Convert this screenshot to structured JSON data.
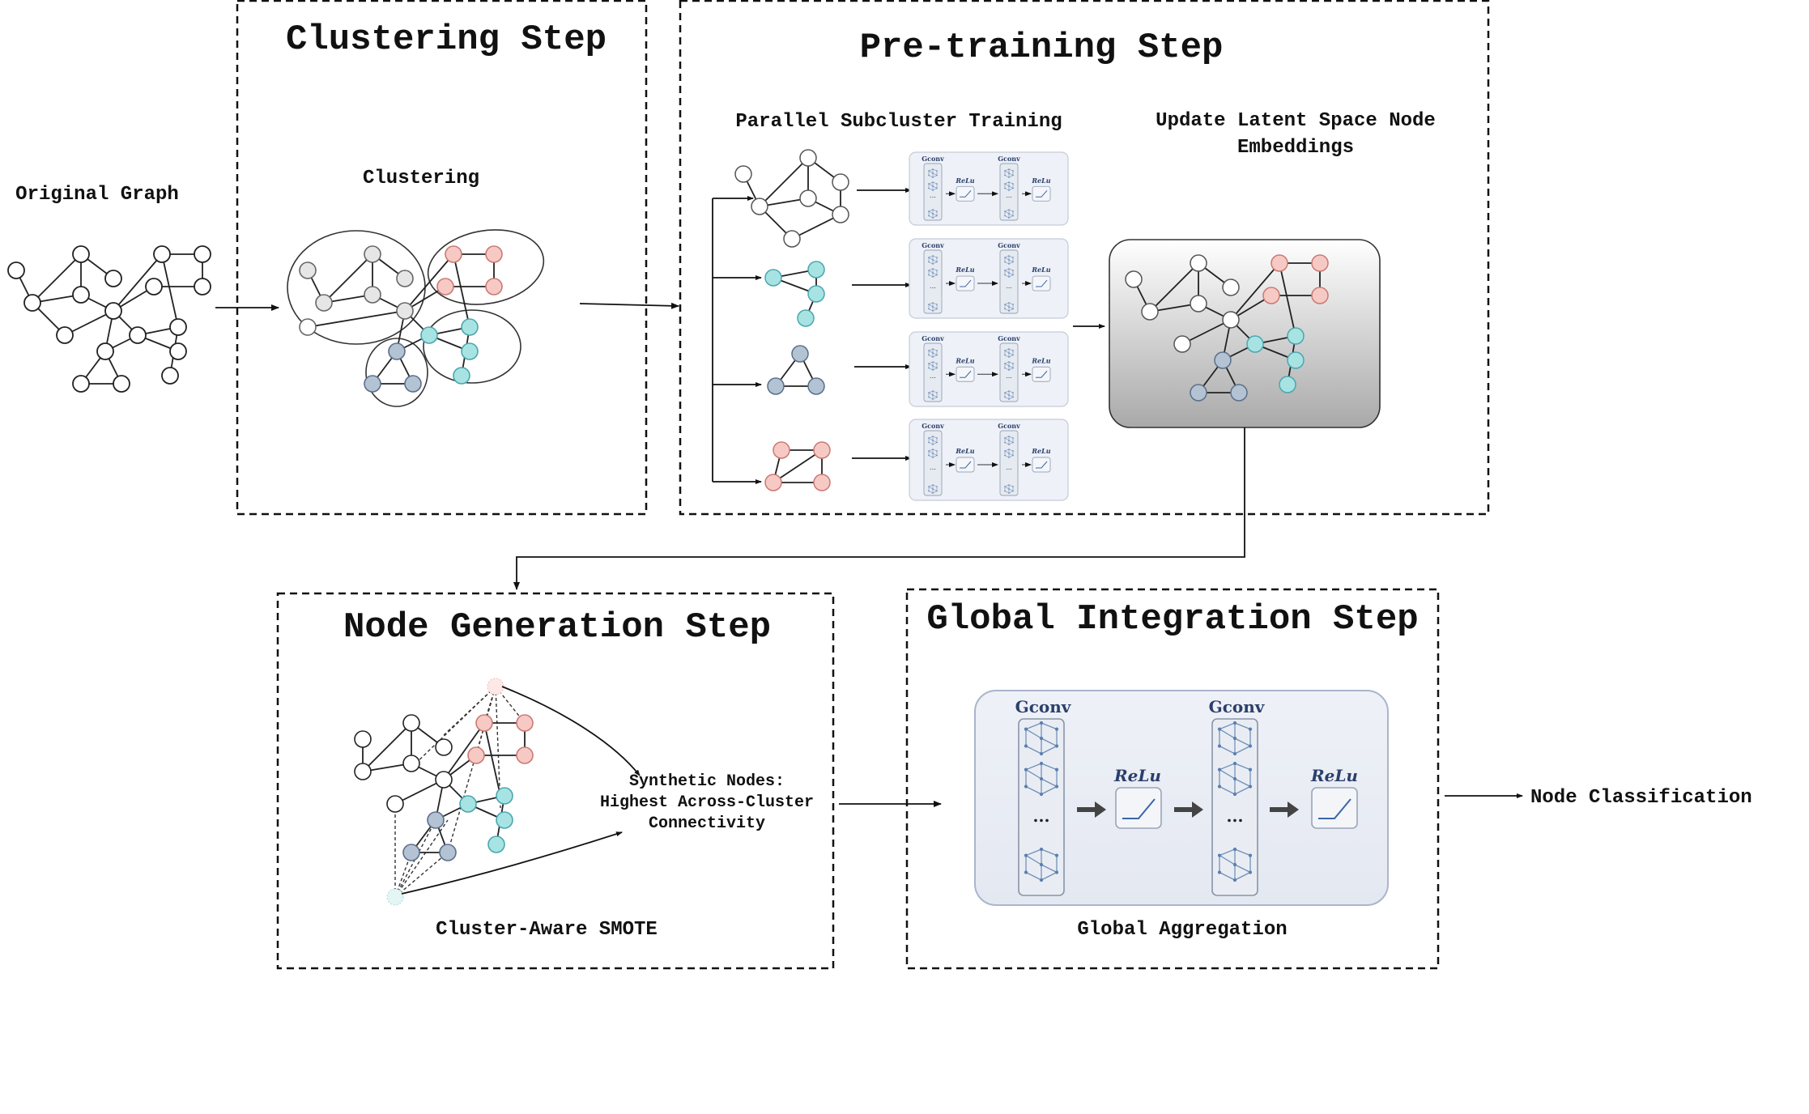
{
  "steps": {
    "clustering": "Clustering Step",
    "pretraining": "Pre-training Step",
    "node_generation": "Node Generation Step",
    "global_integration": "Global Integration Step"
  },
  "labels": {
    "original_graph": "Original Graph",
    "clustering": "Clustering",
    "parallel_training": "Parallel Subcluster Training",
    "update_line1": "Update Latent Space Node",
    "update_line2": "Embeddings",
    "synthetic_line1": "Synthetic Nodes:",
    "synthetic_line2": "Highest Across-Cluster",
    "synthetic_line3": "Connectivity",
    "cluster_smote": "Cluster-Aware SMOTE",
    "global_aggregation": "Global Aggregation",
    "node_classification": "Node Classification"
  },
  "gnn_block": {
    "gconv": "Gconv",
    "relu": "ReLu",
    "ellipsis": "..."
  },
  "colors": {
    "white_node": "#ffffff",
    "gray_node": "#e8e8e8",
    "pink_node": "#f7c9c4",
    "pink_stroke": "#c97a72",
    "cyan_node": "#a8e3e3",
    "cyan_stroke": "#4aa7ad",
    "blue_node": "#b3c3d4",
    "blue_stroke": "#5b6f88"
  }
}
